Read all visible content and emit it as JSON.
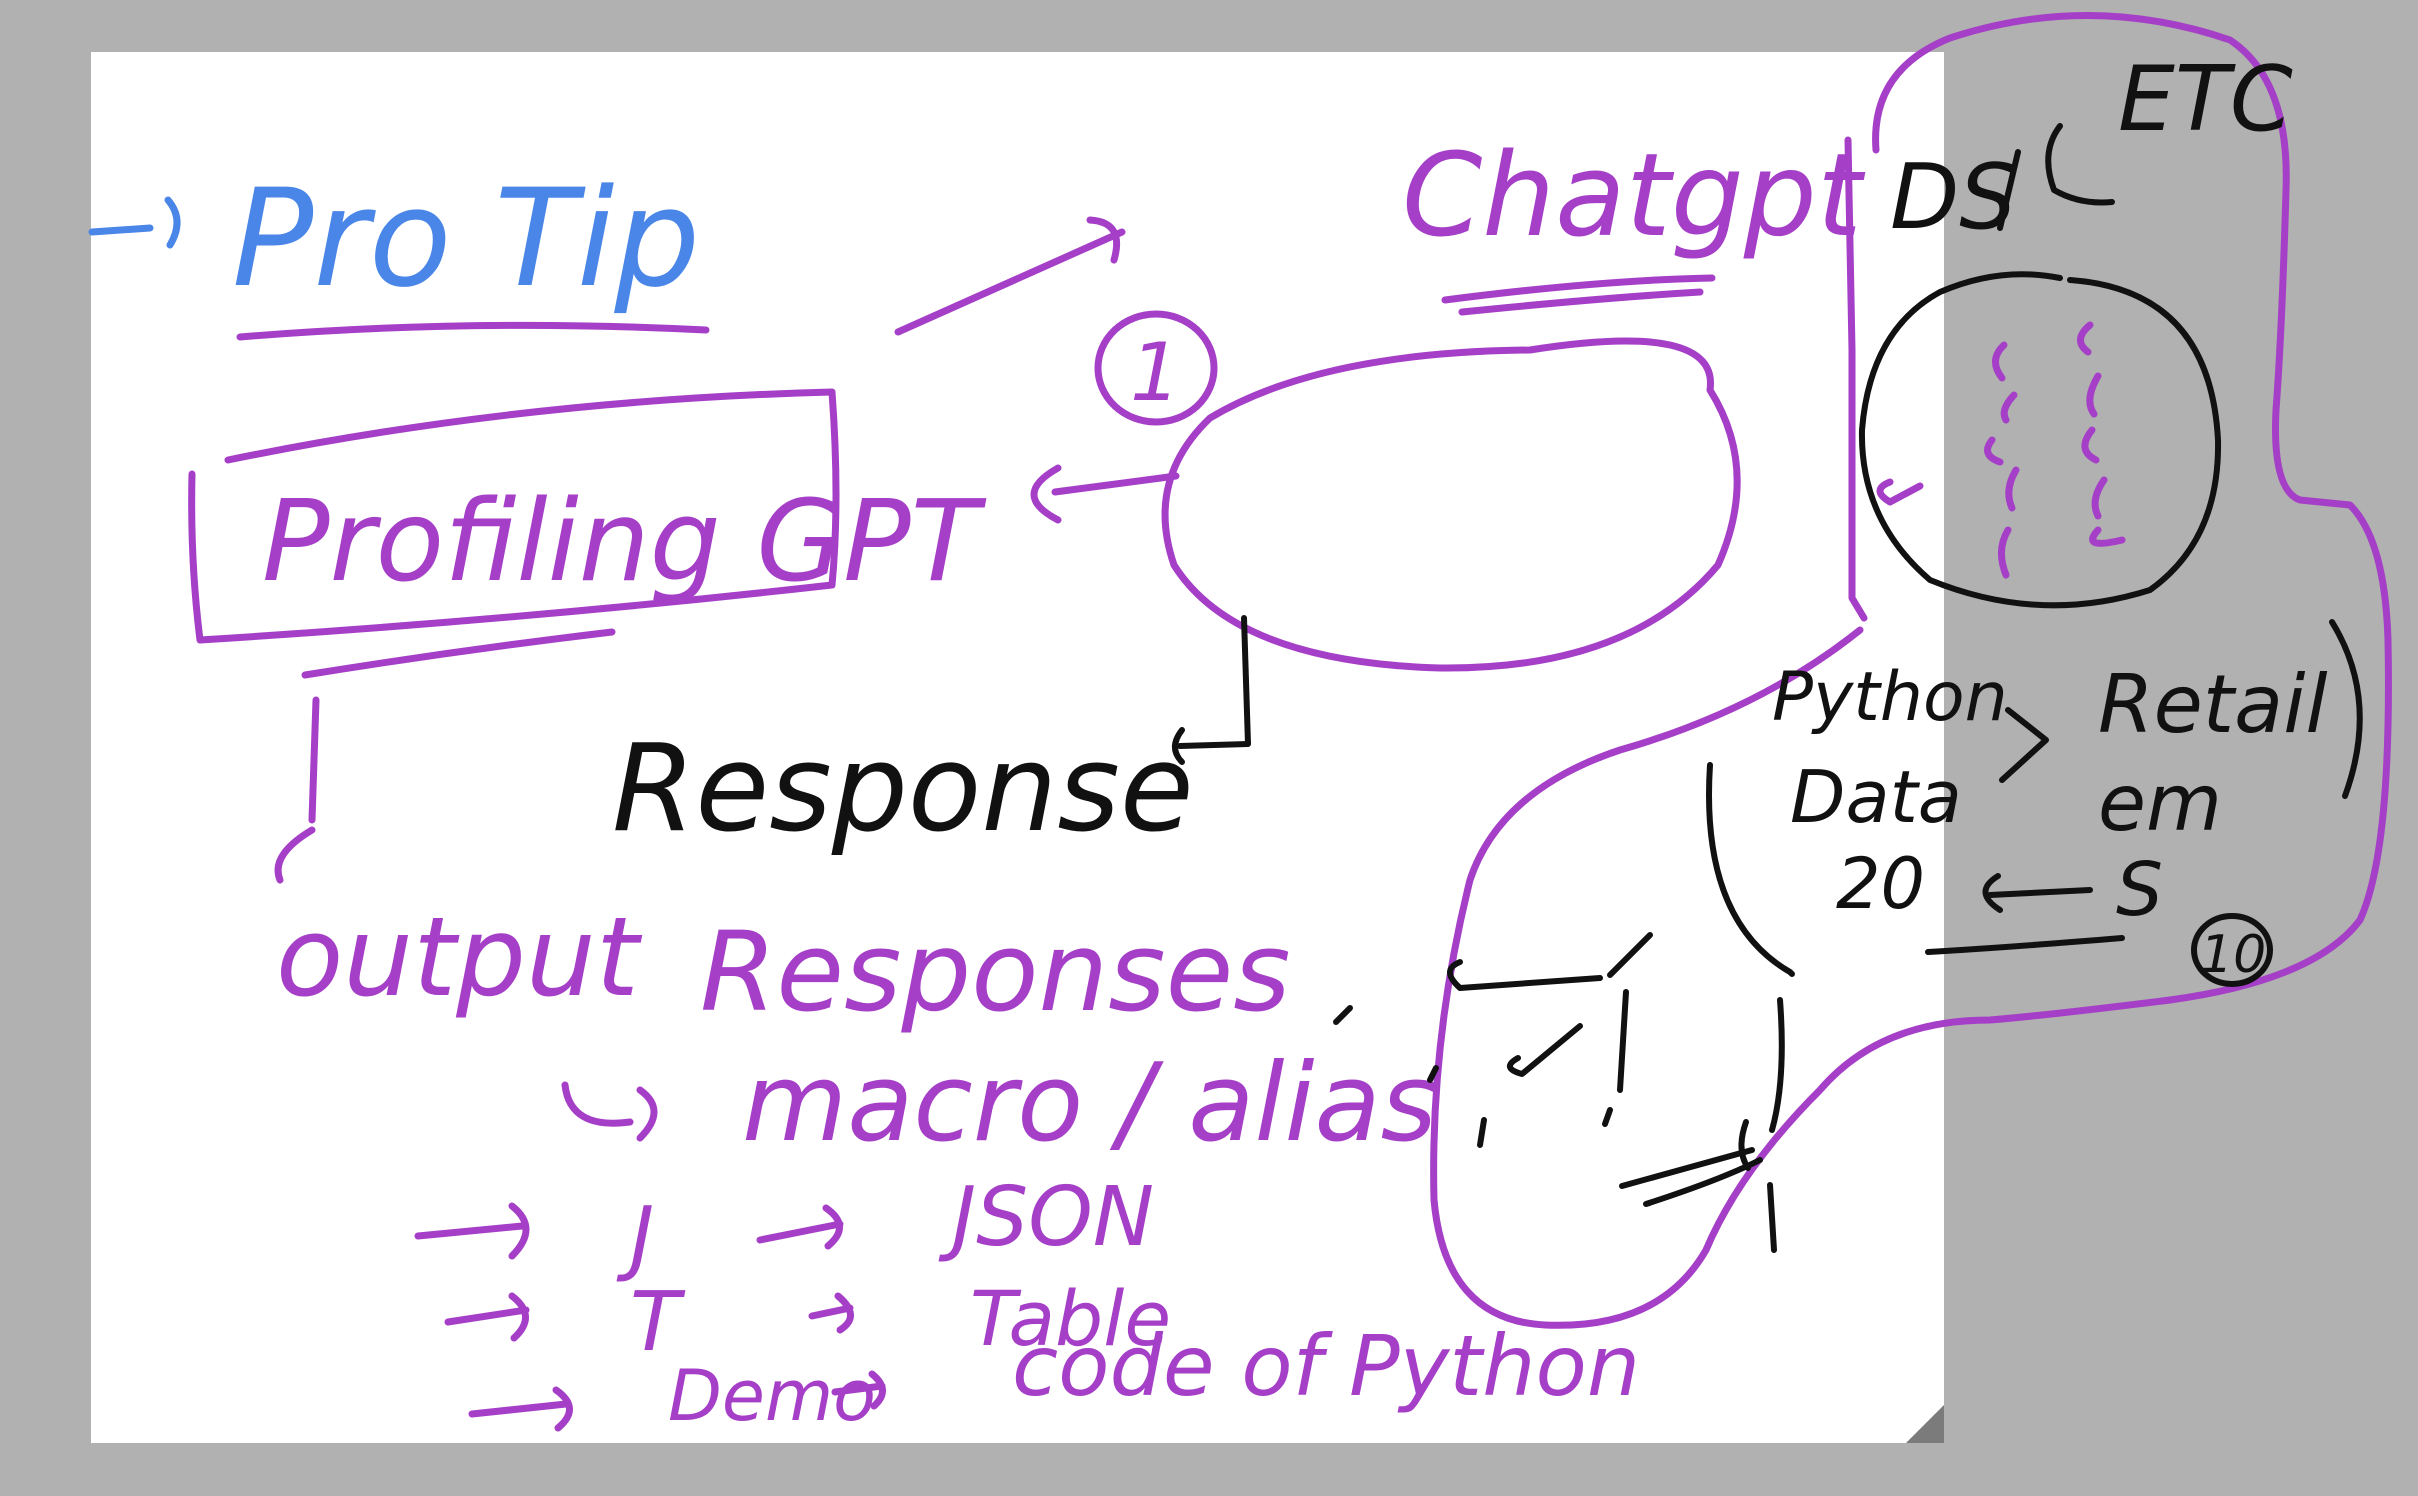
{
  "canvas": {
    "background_color": "#b1b1b1",
    "paper_color": "#ffffff"
  },
  "colors": {
    "purple_ink": "#a53fc7",
    "black_ink": "#111111",
    "blue_ink": "#4a86e8"
  },
  "notes": {
    "pro_tip": "Pro Tip",
    "profiling_gpt": "Profiling GPT",
    "chatgpt": "Chatgpt",
    "response": "Response",
    "circle_marker": "1",
    "output": "output",
    "responses": "Responses",
    "macro_alias": "macro / alias",
    "j": "J",
    "json": "JSON",
    "t": "T",
    "table": "Table",
    "demo": "Demo",
    "code_of_python": "code of Python",
    "ds": "DS",
    "etc": "ETC",
    "python": "Python",
    "data": "Data",
    "retail": "Retail",
    "em": "em",
    "twenty": "20",
    "s": "S",
    "badge_10": "10"
  },
  "ui": {
    "resize_handle_icon": "resize-grip-icon"
  }
}
